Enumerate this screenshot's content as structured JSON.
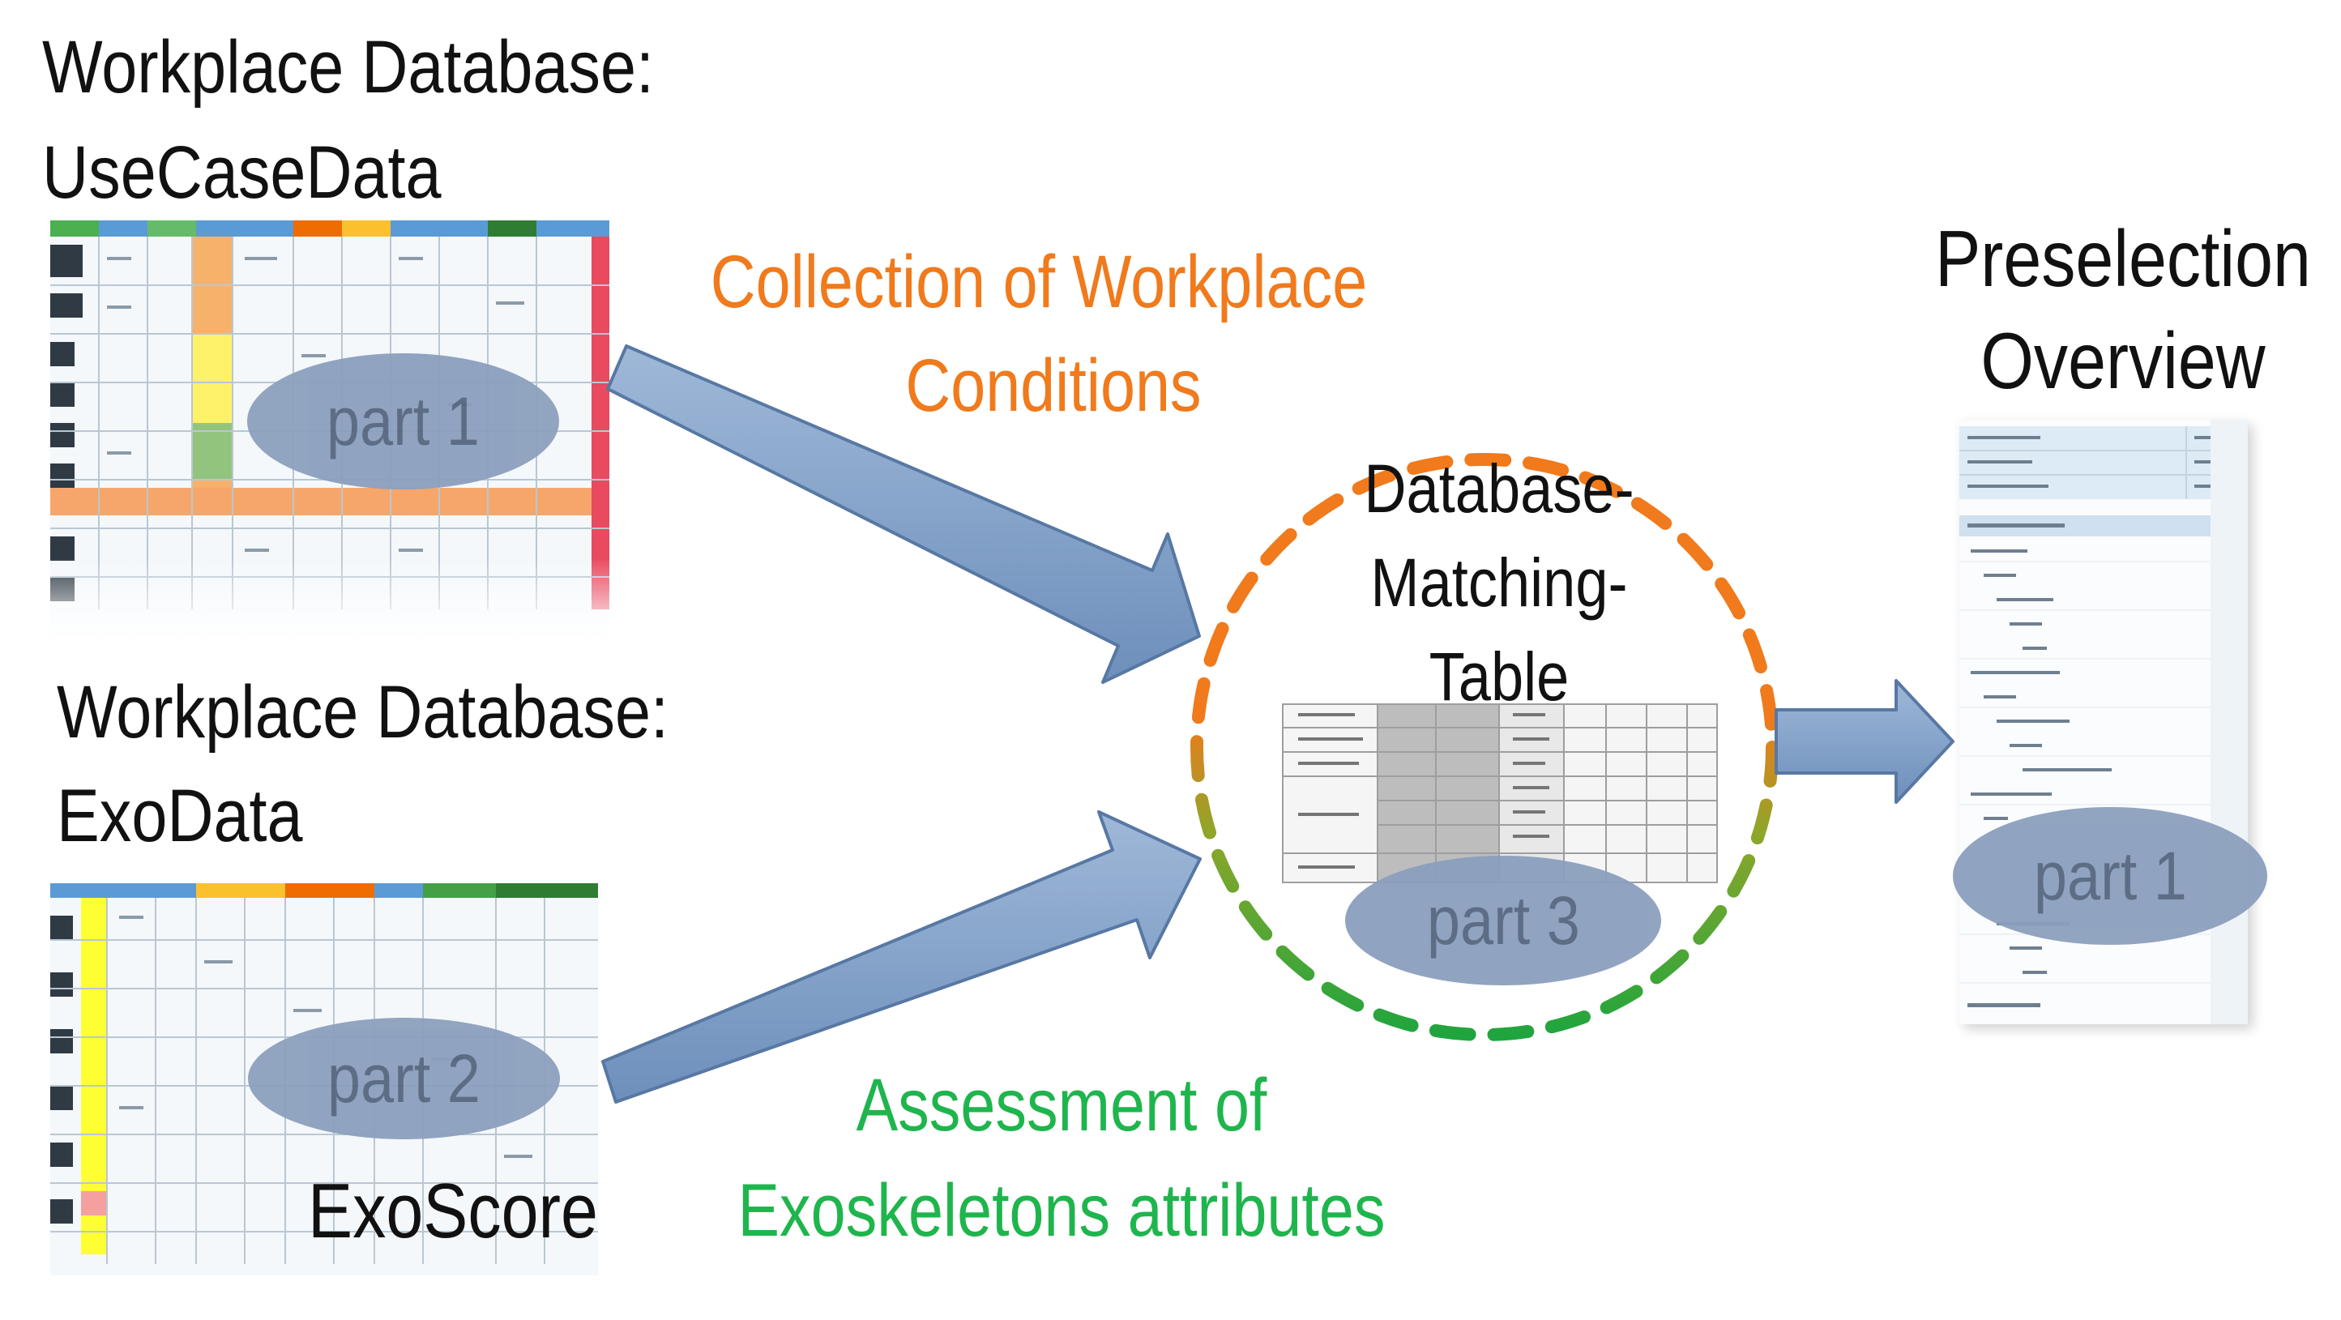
{
  "titles": {
    "usecase_line1": "Workplace  Database:",
    "usecase_line2": "UseCaseData",
    "exo_line1": "Workplace  Database:",
    "exo_line2": "ExoData",
    "preselection_line1": "Preselection",
    "preselection_line2": "Overview"
  },
  "matching_table": {
    "line1": "Database-",
    "line2": "Matching-",
    "line3": "Table"
  },
  "flow_labels": {
    "collection_line1": "Collection of Workplace",
    "collection_line2": "Conditions",
    "assessment_line1": "Assessment of",
    "assessment_line2": "Exoskeletons attributes",
    "exoscore": "ExoScore"
  },
  "parts": {
    "part1_usecase": "part 1",
    "part2_exo": "part 2",
    "part3_matching": "part 3",
    "part1_preselection": "part 1"
  },
  "colors": {
    "orange": "#f07a1c",
    "green": "#1fb54d",
    "arrow_fill": "#7f9ec4",
    "ellipse": "#8b9fbd",
    "circle_orange": "#f07a1c",
    "circle_olive": "#8ea62a",
    "circle_green": "#1fa53e"
  }
}
